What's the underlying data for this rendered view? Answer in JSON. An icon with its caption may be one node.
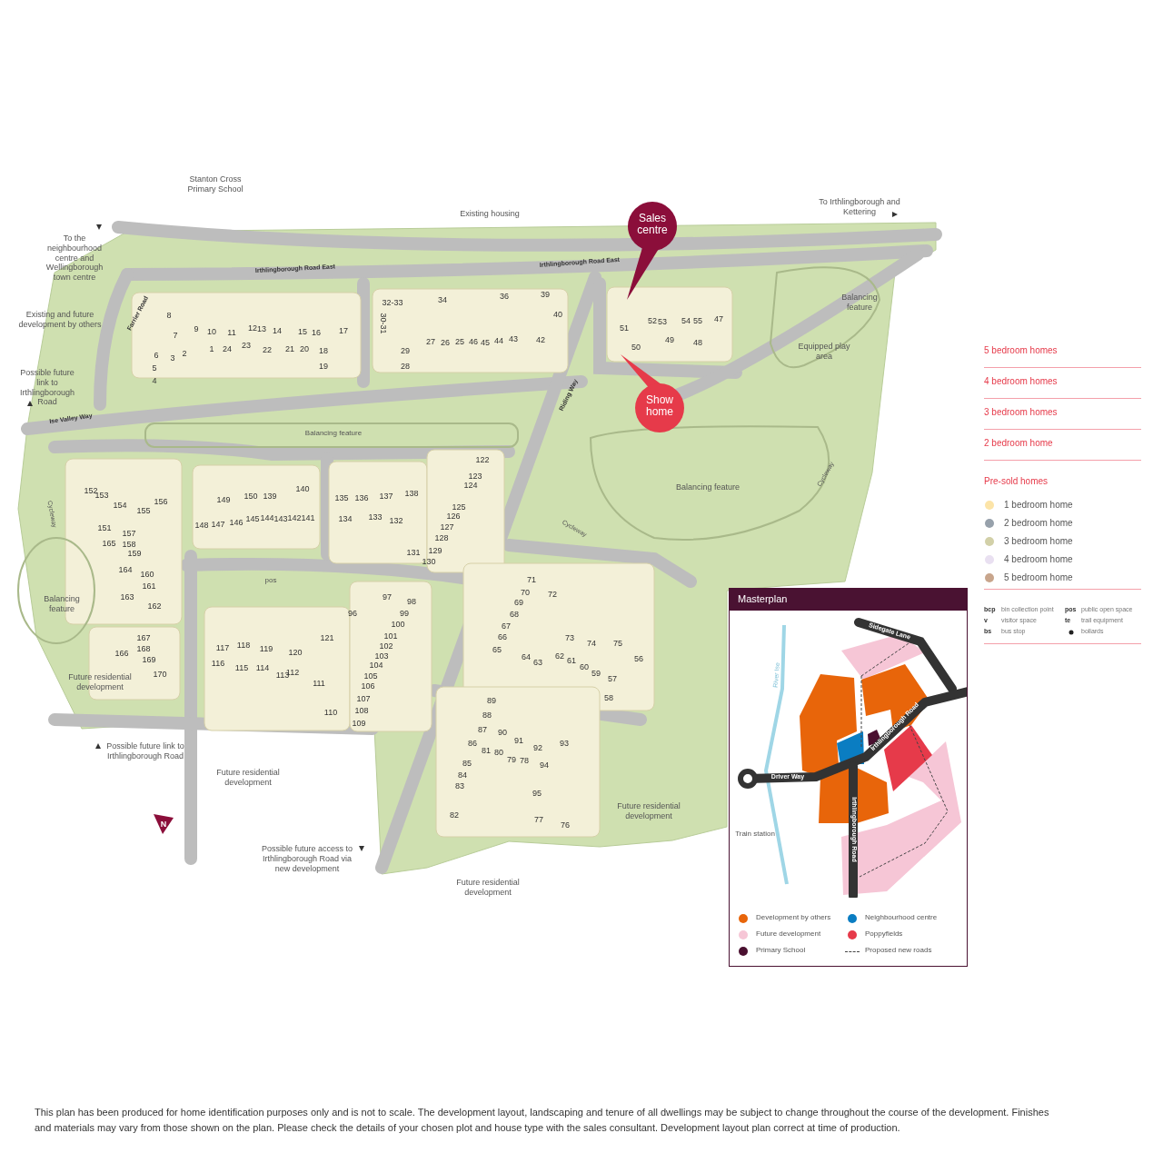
{
  "diagram": {
    "nodes": [
      {
        "text": [
          "Sales centre"
        ]
      },
      {
        "text": [
          "Show home"
        ]
      },
      {
        "text": [
          "Masterplan"
        ]
      }
    ],
    "labels": [
      "Stanton Cross Primary School",
      "Existing housing",
      "To Irthlingborough and Kettering",
      "To the neighbourhood centre and Wellingborough town centre",
      "Existing and future development by others",
      "Possible future link to Irthlingborough Road",
      "Irthlingborough Road East",
      "Irthlingborough Road East",
      "Farrier Road",
      "Ise Valley Way",
      "Riding Way",
      "Balancing feature",
      "Equipped play area",
      "Balancing feature",
      "Balancing feature",
      "Cycleway",
      "Cycleway",
      "Cycleway",
      "Balancing feature",
      "pos",
      "Future residential development",
      "Possible future link to Irthlingborough Road",
      "Future residential development",
      "Possible future access to Irthlingborough Road via new development",
      "Future residential development",
      "Future residential development",
      "N",
      "1",
      "2",
      "3",
      "4",
      "5",
      "6",
      "7",
      "8",
      "9",
      "10",
      "11",
      "12",
      "13",
      "14",
      "15",
      "16",
      "17",
      "18",
      "19",
      "20",
      "21",
      "22",
      "23",
      "24",
      "25",
      "26",
      "27",
      "28",
      "29",
      "30-31",
      "32-33",
      "34",
      "36",
      "39",
      "40",
      "42",
      "43",
      "44",
      "45",
      "46",
      "47",
      "48",
      "49",
      "50",
      "51",
      "52",
      "53",
      "54",
      "55",
      "56",
      "57",
      "58",
      "59",
      "60",
      "61",
      "62",
      "63",
      "64",
      "65",
      "66",
      "67",
      "68",
      "69",
      "70",
      "71",
      "72",
      "73",
      "74",
      "75",
      "76",
      "77",
      "78",
      "79",
      "80",
      "81",
      "82",
      "83",
      "84",
      "85",
      "86",
      "87",
      "88",
      "89",
      "90",
      "91",
      "92",
      "93",
      "94",
      "95",
      "96",
      "97",
      "98",
      "99",
      "100",
      "101",
      "102",
      "103",
      "104",
      "105",
      "106",
      "107",
      "108",
      "109",
      "110",
      "111",
      "112",
      "113",
      "114",
      "115",
      "116",
      "117",
      "118",
      "119",
      "120",
      "121",
      "122",
      "123",
      "124",
      "125",
      "126",
      "127",
      "128",
      "129",
      "130",
      "131",
      "132",
      "133",
      "134",
      "135",
      "136",
      "137",
      "138",
      "139",
      "140",
      "141",
      "142",
      "143",
      "144",
      "145",
      "146",
      "147",
      "148",
      "149",
      "150",
      "151",
      "152",
      "153",
      "154",
      "155",
      "156",
      "157",
      "158",
      "159",
      "160",
      "161",
      "162",
      "163",
      "164",
      "165",
      "166",
      "167",
      "168",
      "169",
      "170",
      "Sidegate Lane",
      "River Ise",
      "Irthlingborough Road",
      "Driver Way",
      "Irthlingborough Road",
      "Train station",
      "5 bedroom homes",
      "4 bedroom homes",
      "3 bedroom homes",
      "2 bedroom home",
      "Pre-sold homes",
      "bcp",
      "bin collection point",
      "pos",
      "public open space",
      "v",
      "visitor space",
      "te",
      "trail equipment",
      "bs",
      "bus stop",
      "bollards",
      "This plan has been produced for home identification purposes only and is not to scale. The development layout, landscaping and tenure of all dwellings may be subject to change throughout the course of the development. Finishes and materials may vary from those shown on the plan. Please check the details of your chosen plot and house type with the sales consultant. Development layout plan correct at time of production."
    ],
    "legend": [
      {
        "text": "1 bedroom home",
        "color": "#fce4a8"
      },
      {
        "text": "2 bedroom home",
        "color": "#97a1ab"
      },
      {
        "text": "3 bedroom home",
        "color": "#d2d0a8"
      },
      {
        "text": "4 bedroom home",
        "color": "#e9e0f1"
      },
      {
        "text": "5 bedroom home",
        "color": "#c8a58c"
      },
      {
        "text": "Development by others",
        "color": "#e8650a"
      },
      {
        "text": "Neighbourhood centre",
        "color": "#0a7dc2"
      },
      {
        "text": "Future development",
        "color": "#f6c6d6"
      },
      {
        "text": "Poppyfields",
        "color": "#e63a4a"
      },
      {
        "text": "Primary School",
        "color": "#4a1030"
      },
      {
        "text": "Proposed new roads"
      }
    ]
  }
}
